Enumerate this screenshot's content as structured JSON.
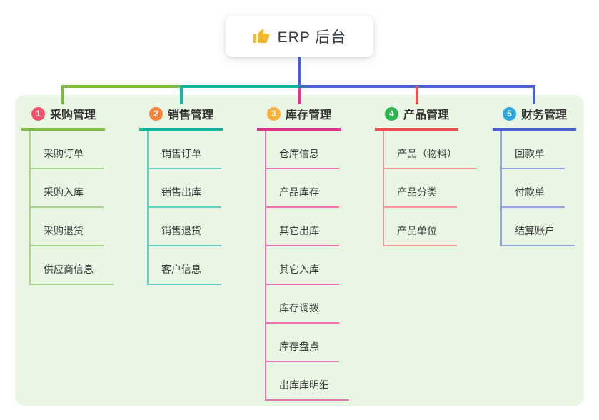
{
  "root": {
    "label": "ERP 后台",
    "icon": "thumbs-up-icon"
  },
  "colors": {
    "panel_bg": "#e9f6e4",
    "root_line": "#4a61d2",
    "text_dark": "#3a4046"
  },
  "branches": [
    {
      "index": "1",
      "title": "采购管理",
      "badge_color": "#f4516c",
      "line_color": "#7cbb3f",
      "child_line_color": "#a6d48b",
      "children": [
        "采购订单",
        "采购入库",
        "采购退货",
        "供应商信息"
      ]
    },
    {
      "index": "2",
      "title": "销售管理",
      "badge_color": "#f6833d",
      "line_color": "#14b3a4",
      "child_line_color": "#66cfc2",
      "children": [
        "销售订单",
        "销售出库",
        "销售退货",
        "客户信息"
      ]
    },
    {
      "index": "3",
      "title": "库存管理",
      "badge_color": "#f8b136",
      "line_color": "#df3390",
      "child_line_color": "#ef72b0",
      "children": [
        "仓库信息",
        "产品库存",
        "其它出库",
        "其它入库",
        "库存调拨",
        "库存盘点",
        "出库库明细"
      ]
    },
    {
      "index": "4",
      "title": "产品管理",
      "badge_color": "#2eb351",
      "line_color": "#f24d4d",
      "child_line_color": "#f69595",
      "children": [
        "产品（物料）",
        "产品分类",
        "产品单位"
      ]
    },
    {
      "index": "5",
      "title": "财务管理",
      "badge_color": "#2ca9e1",
      "line_color": "#4a61d2",
      "child_line_color": "#92a2e2",
      "children": [
        "回款单",
        "付款单",
        "结算账户"
      ]
    }
  ]
}
